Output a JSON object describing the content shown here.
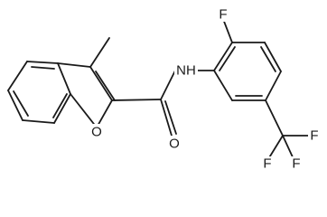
{
  "structure": {
    "atoms": {
      "fluorine_top": "F",
      "amide_nitrogen": "NH",
      "carbonyl_oxygen": "O",
      "furan_oxygen": "O",
      "cf3_fluorine_1": "F",
      "cf3_fluorine_2": "F",
      "cf3_fluorine_3": "F"
    }
  }
}
